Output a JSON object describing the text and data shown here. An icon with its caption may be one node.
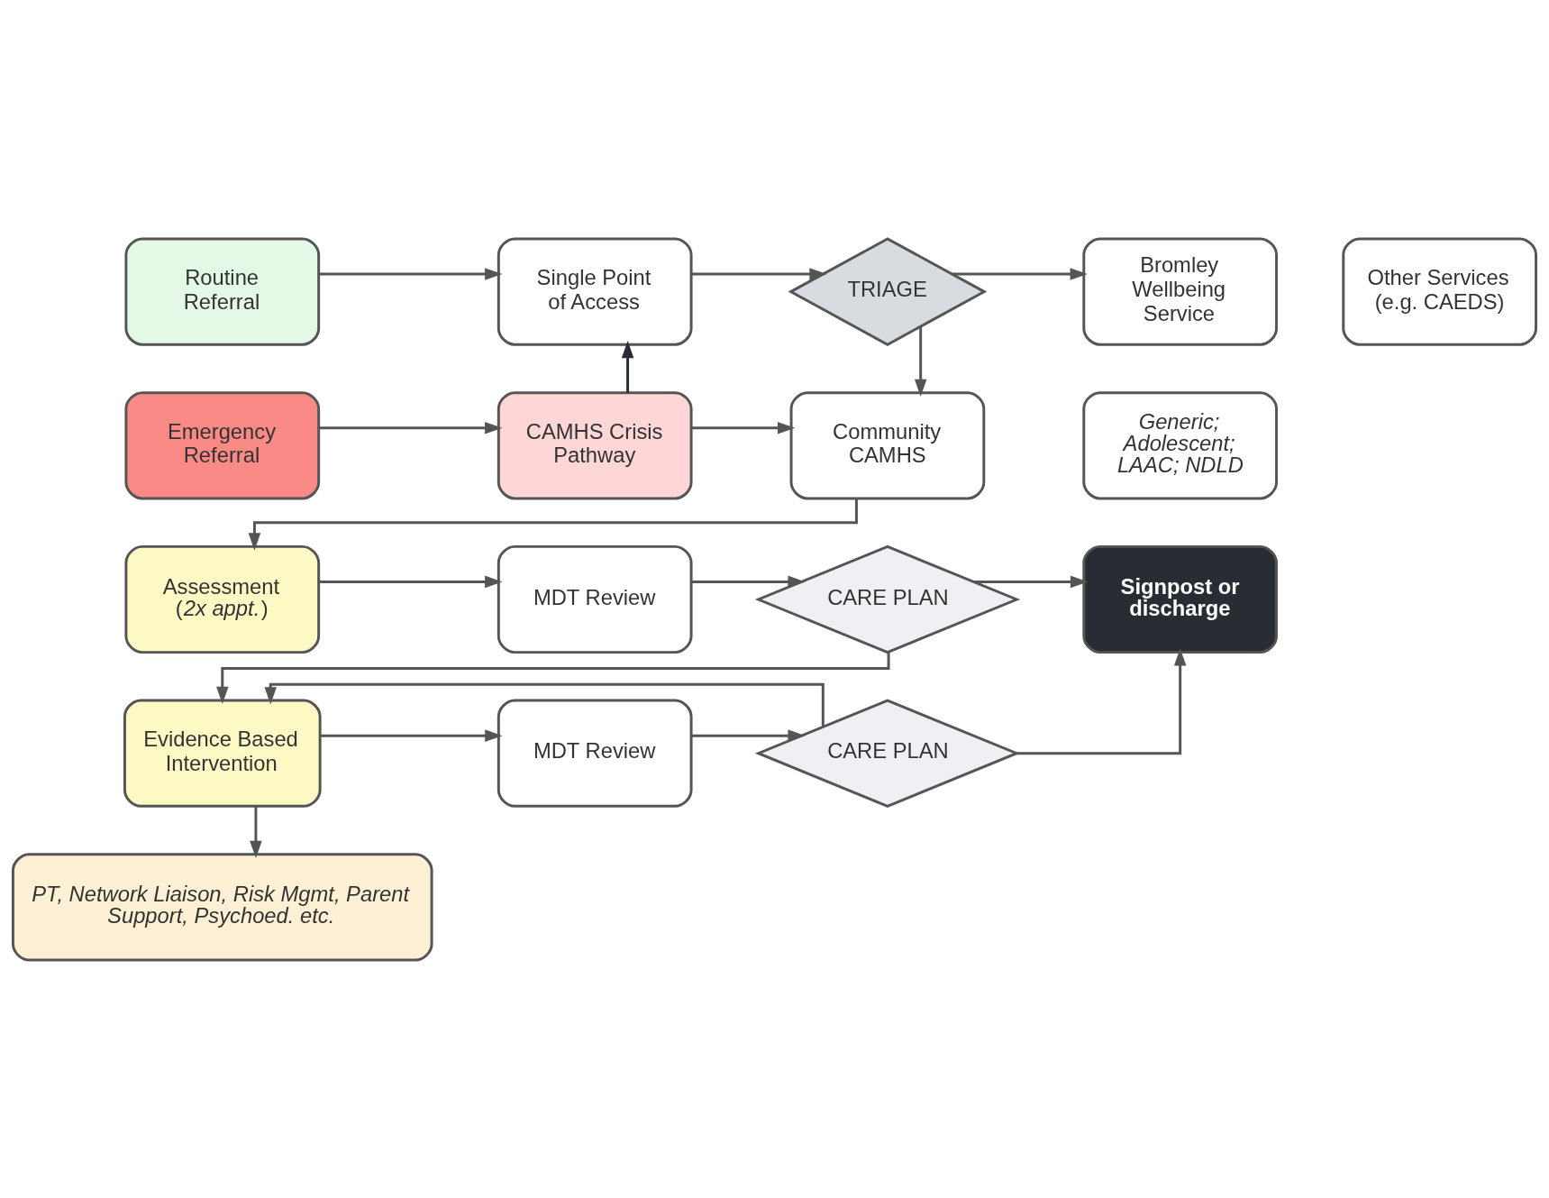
{
  "diagram": {
    "nodes": [
      {
        "text": [
          "Routine Referral"
        ]
      },
      {
        "text": [
          "Single Point of Access"
        ]
      },
      {
        "text": [
          "TRIAGE"
        ]
      },
      {
        "text": [
          "Bromley Wellbeing Service"
        ]
      },
      {
        "text": [
          "Other Services (e.g. CAEDS)"
        ]
      },
      {
        "text": [
          "Emergency Referral"
        ]
      },
      {
        "text": [
          "CAMHS Crisis Pathway"
        ]
      },
      {
        "text": [
          "Community CAMHS"
        ]
      },
      {
        "text": [
          "Generic; Adolescent; LAAC; NDLD"
        ]
      },
      {
        "text": [
          "Assessment (*2x appt.*)"
        ]
      },
      {
        "text": [
          "MDT Review"
        ]
      },
      {
        "text": [
          "CARE PLAN"
        ]
      },
      {
        "text": [
          "Signpost or discharge"
        ]
      },
      {
        "text": [
          "Evidence Based Intervention"
        ]
      },
      {
        "text": [
          "MDT Review"
        ]
      },
      {
        "text": [
          "CARE PLAN"
        ]
      },
      {
        "text": [
          "PT, Network Liaison, Risk Mgmt, Parent Support, Psychoed. etc."
        ]
      }
    ],
    "edges": [
      {
        "from": 0,
        "to": 1,
        "arrow": "to"
      },
      {
        "from": 1,
        "to": 2,
        "arrow": "to"
      },
      {
        "from": 2,
        "to": 3,
        "arrow": "to"
      },
      {
        "from": 5,
        "to": 6,
        "arrow": "to"
      },
      {
        "from": 6,
        "to": 1,
        "arrow": "to",
        "color": "#282c33"
      },
      {
        "from": 6,
        "to": 7,
        "arrow": "to"
      },
      {
        "from": 2,
        "to": 7,
        "arrow": "to"
      },
      {
        "from": 7,
        "to": 9,
        "arrow": "to"
      },
      {
        "from": 9,
        "to": 10,
        "arrow": "to"
      },
      {
        "from": 10,
        "to": 11,
        "arrow": "to"
      },
      {
        "from": 11,
        "to": 12,
        "arrow": "to"
      },
      {
        "from": 11,
        "to": 13,
        "arrow": "to"
      },
      {
        "from": 15,
        "to": 13,
        "arrow": "to"
      },
      {
        "from": 13,
        "to": 14,
        "arrow": "to"
      },
      {
        "from": 14,
        "to": 15,
        "arrow": "to"
      },
      {
        "from": 15,
        "to": 12,
        "arrow": "to"
      },
      {
        "from": 13,
        "to": 16,
        "arrow": "to"
      }
    ]
  }
}
